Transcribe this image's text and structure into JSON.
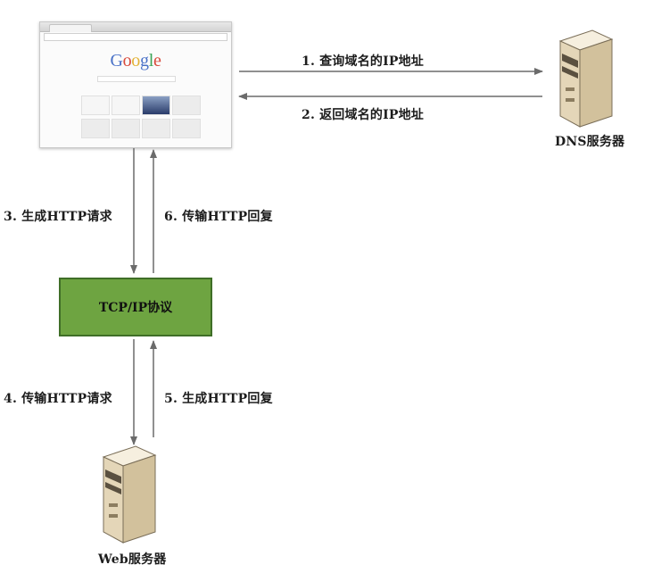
{
  "browser": {
    "logo_letters": [
      "G",
      "o",
      "o",
      "g",
      "l",
      "e"
    ]
  },
  "steps": {
    "s1": "1. 查询域名的IP地址",
    "s2": "2. 返回域名的IP地址",
    "s3": "3. 生成HTTP请求",
    "s4": "4. 传输HTTP请求",
    "s5": "5. 生成HTTP回复",
    "s6": "6. 传输HTTP回复"
  },
  "nodes": {
    "dns_server": "DNS服务器",
    "tcp_ip": "TCP/IP协议",
    "web_server": "Web服务器"
  },
  "colors": {
    "tcp_fill": "#6ea441",
    "tcp_border": "#3f6e27",
    "arrow": "#6b6b6b",
    "server_body": "#eee4cf"
  },
  "icons": [
    "browser-window-icon",
    "server-icon"
  ]
}
